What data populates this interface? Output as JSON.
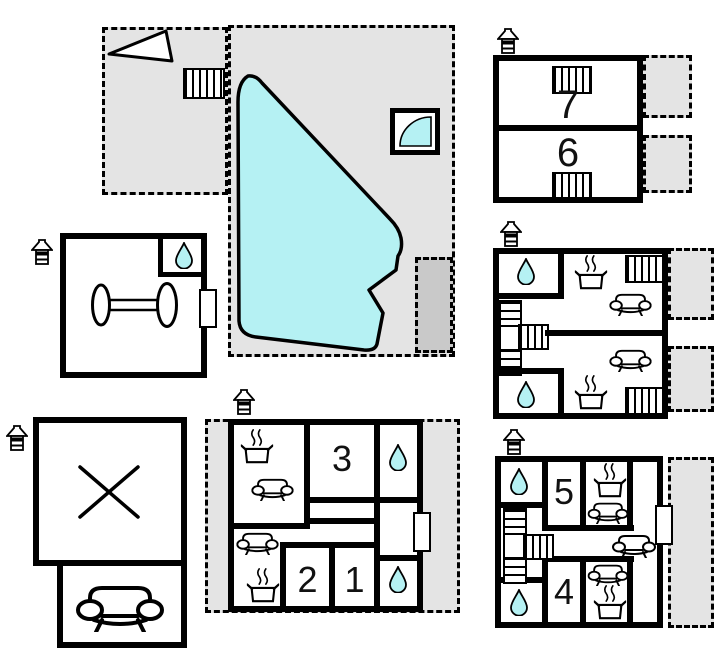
{
  "scene": {
    "type": "vacation-house-floor-plan"
  },
  "rooms": {
    "r1": "1",
    "r2": "2",
    "r3": "3",
    "r4": "4",
    "r5": "5",
    "r6": "6",
    "r7": "7"
  },
  "colors": {
    "background": "#ffffff",
    "terrace_fill": "#e4e4e4",
    "terrace_dark_fill": "#c9c9c9",
    "water_fill": "#b5f1f3",
    "line": "#000000"
  },
  "icons": [
    "entrance-icon",
    "water-drop-icon",
    "radiator-icon",
    "stairs-icon",
    "sofa-icon",
    "stove-icon",
    "dumbbell-icon",
    "cross-table-icon",
    "swimming-pool",
    "whirlpool-icon",
    "triangle-icon",
    "door"
  ]
}
